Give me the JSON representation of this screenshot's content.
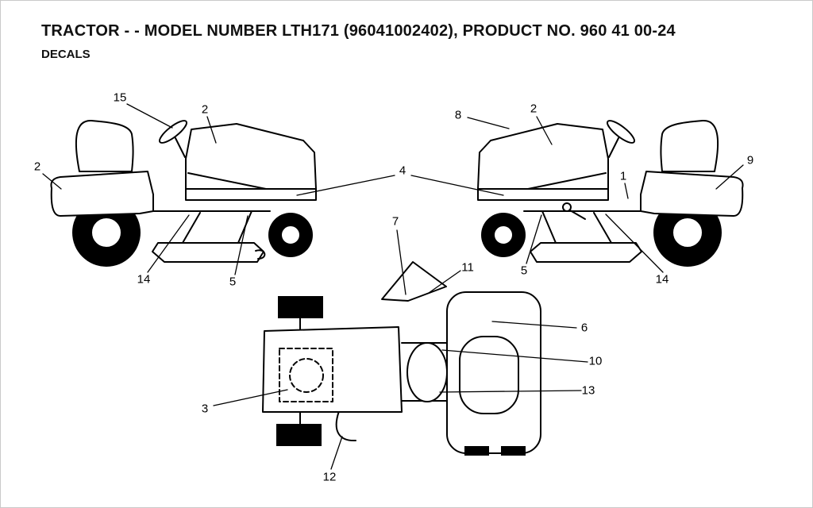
{
  "header": {
    "title": "TRACTOR - - MODEL NUMBER LTH171 (96041002402), PRODUCT NO. 960 41 00-24",
    "subtitle": "DECALS"
  },
  "colors": {
    "line": "#000000",
    "background": "#ffffff"
  },
  "views": {
    "side_left": {
      "callouts": [
        "15",
        "2",
        "2",
        "14",
        "5"
      ]
    },
    "center": {
      "callouts": [
        "4"
      ]
    },
    "side_right": {
      "callouts": [
        "8",
        "2",
        "9",
        "1",
        "5",
        "14"
      ]
    },
    "top": {
      "callouts": [
        "7",
        "11",
        "6",
        "10",
        "13",
        "3",
        "12"
      ]
    }
  }
}
